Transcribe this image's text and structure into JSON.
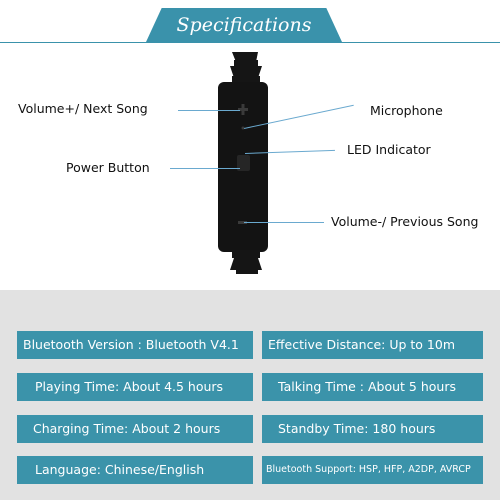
{
  "header": {
    "title": "Specifications"
  },
  "callouts": {
    "volume_plus": "Volume+/ Next Song",
    "microphone": "Microphone",
    "led": "LED Indicator",
    "power": "Power Button",
    "volume_minus": "Volume-/ Previous Song"
  },
  "specs": {
    "bluetooth_version": "Bluetooth Version : Bluetooth V4.1",
    "effective_distance": "Effective Distance: Up to 10m",
    "playing_time": "Playing Time: About 4.5 hours",
    "talking_time": "Talking Time : About 5 hours",
    "charging_time": "Charging Time: About 2 hours",
    "standby_time": "Standby Time: 180 hours",
    "language": "Language: Chinese/English",
    "bluetooth_support": "Bluetooth Support: HSP, HFP, A2DP, AVRCP"
  },
  "colors": {
    "accent": "#3a92ab",
    "panel_bg": "#e2e2e2",
    "device": "#141414"
  }
}
